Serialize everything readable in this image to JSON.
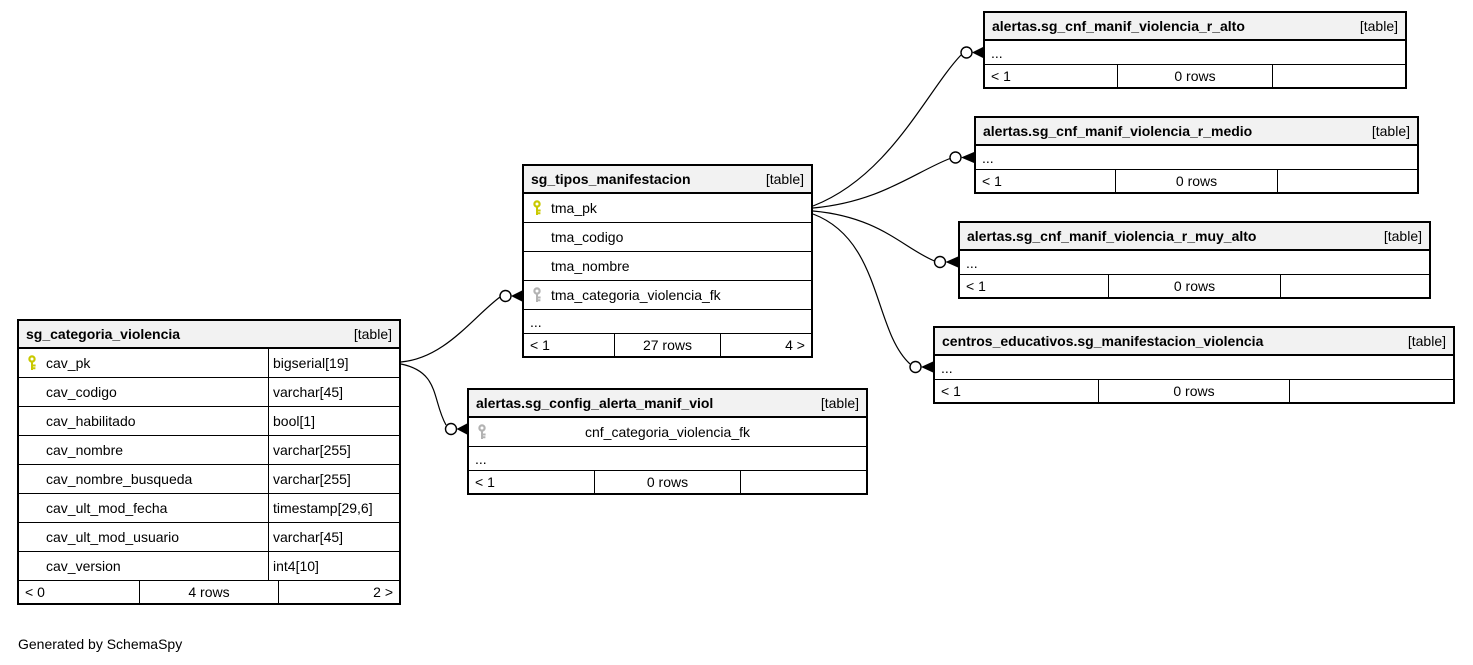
{
  "labels": {
    "table_tag": "[table]",
    "ellipsis": "...",
    "generated_by": "Generated by SchemaSpy"
  },
  "colors": {
    "header_bg": "#f2f2f2",
    "border": "#000000",
    "primary_key_icon": "#c9c900",
    "foreign_key_icon": "#b3b3b3"
  },
  "tables": {
    "categoria": {
      "title": "sg_categoria_violencia",
      "columns": [
        {
          "name": "cav_pk",
          "type": "bigserial[19]",
          "key": "primary"
        },
        {
          "name": "cav_codigo",
          "type": "varchar[45]",
          "key": ""
        },
        {
          "name": "cav_habilitado",
          "type": "bool[1]",
          "key": ""
        },
        {
          "name": "cav_nombre",
          "type": "varchar[255]",
          "key": ""
        },
        {
          "name": "cav_nombre_busqueda",
          "type": "varchar[255]",
          "key": ""
        },
        {
          "name": "cav_ult_mod_fecha",
          "type": "timestamp[29,6]",
          "key": ""
        },
        {
          "name": "cav_ult_mod_usuario",
          "type": "varchar[45]",
          "key": ""
        },
        {
          "name": "cav_version",
          "type": "int4[10]",
          "key": ""
        }
      ],
      "footer": {
        "left": "< 0",
        "center": "4 rows",
        "right": "2 >"
      }
    },
    "tipos": {
      "title": "sg_tipos_manifestacion",
      "columns": [
        {
          "name": "tma_pk",
          "key": "primary"
        },
        {
          "name": "tma_codigo",
          "key": ""
        },
        {
          "name": "tma_nombre",
          "key": ""
        },
        {
          "name": "tma_categoria_violencia_fk",
          "key": "foreign"
        }
      ],
      "footer": {
        "left": "< 1",
        "center": "27 rows",
        "right": "4 >"
      }
    },
    "config": {
      "title": "alertas.sg_config_alerta_manif_viol",
      "columns": [
        {
          "name": "cnf_categoria_violencia_fk",
          "key": "foreign"
        }
      ],
      "footer": {
        "left": "< 1",
        "center": "0 rows",
        "right": ""
      }
    },
    "r_alto": {
      "title": "alertas.sg_cnf_manif_violencia_r_alto",
      "footer": {
        "left": "< 1",
        "center": "0 rows",
        "right": ""
      }
    },
    "r_medio": {
      "title": "alertas.sg_cnf_manif_violencia_r_medio",
      "footer": {
        "left": "< 1",
        "center": "0 rows",
        "right": ""
      }
    },
    "r_muy_alto": {
      "title": "alertas.sg_cnf_manif_violencia_r_muy_alto",
      "footer": {
        "left": "< 1",
        "center": "0 rows",
        "right": ""
      }
    },
    "centros": {
      "title": "centros_educativos.sg_manifestacion_violencia",
      "footer": {
        "left": "< 1",
        "center": "0 rows",
        "right": ""
      }
    }
  },
  "connections": [
    {
      "from": "sg_categoria_violencia.cav_pk",
      "to": "sg_tipos_manifestacion.tma_categoria_violencia_fk"
    },
    {
      "from": "sg_categoria_violencia.cav_pk",
      "to": "alertas.sg_config_alerta_manif_viol.cnf_categoria_violencia_fk"
    },
    {
      "from": "sg_tipos_manifestacion.tma_pk",
      "to": "alertas.sg_cnf_manif_violencia_r_alto"
    },
    {
      "from": "sg_tipos_manifestacion.tma_pk",
      "to": "alertas.sg_cnf_manif_violencia_r_medio"
    },
    {
      "from": "sg_tipos_manifestacion.tma_pk",
      "to": "alertas.sg_cnf_manif_violencia_r_muy_alto"
    },
    {
      "from": "sg_tipos_manifestacion.tma_pk",
      "to": "centros_educativos.sg_manifestacion_violencia"
    }
  ]
}
